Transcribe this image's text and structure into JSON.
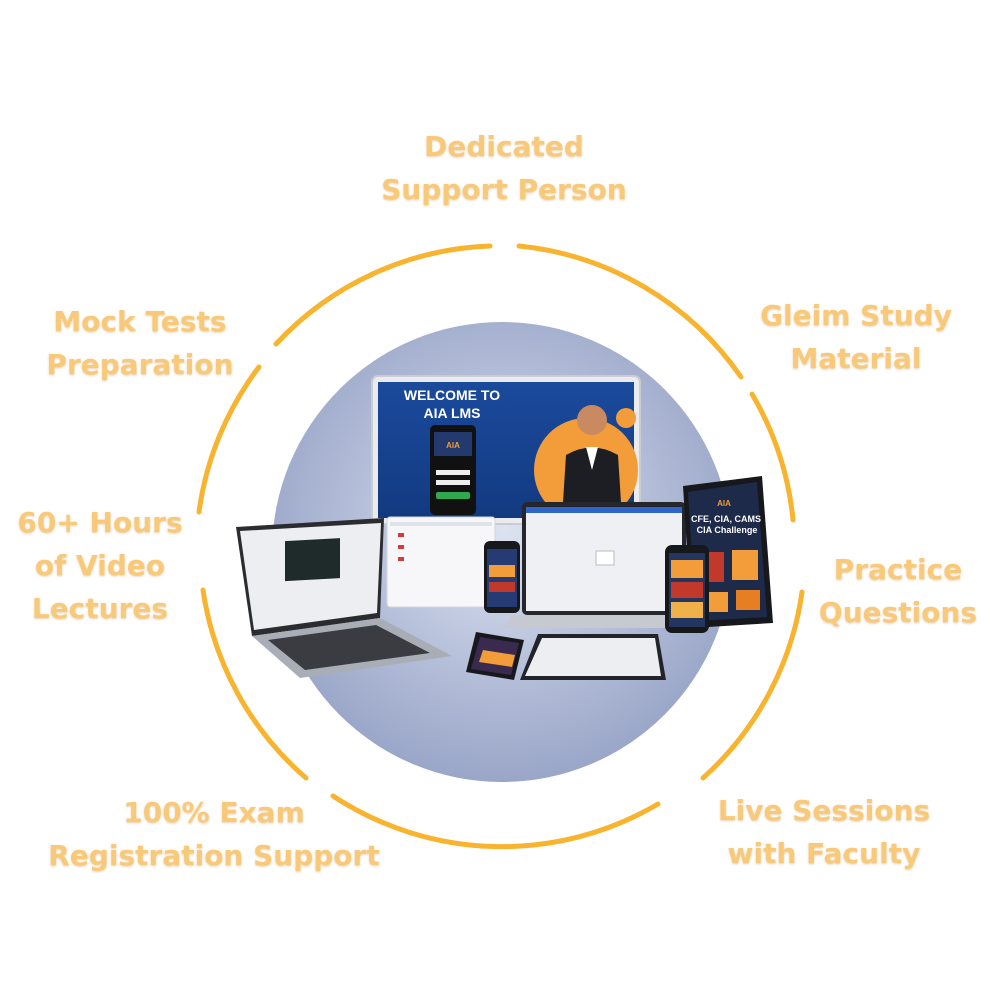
{
  "colors": {
    "ring": "#f8b32f",
    "center_disc": "#a3afcf",
    "feature_text": "#f9c97a",
    "screen_blue": "#17408e",
    "accent_orange": "#f29c3a"
  },
  "features": [
    {
      "id": "support",
      "lines": [
        "Dedicated",
        "Support Person"
      ]
    },
    {
      "id": "gleim",
      "lines": [
        "Gleim Study",
        "Material"
      ]
    },
    {
      "id": "practice",
      "lines": [
        "Practice",
        "Questions"
      ]
    },
    {
      "id": "live",
      "lines": [
        "Live Sessions",
        "with Faculty"
      ]
    },
    {
      "id": "exam",
      "lines": [
        "100% Exam",
        "Registration Support"
      ]
    },
    {
      "id": "video",
      "lines": [
        "60+ Hours",
        "of Video",
        "Lectures"
      ]
    },
    {
      "id": "mock",
      "lines": [
        "Mock Tests",
        "Preparation"
      ]
    }
  ],
  "monitor": {
    "headline": [
      "WELCOME TO",
      "AIA LMS"
    ],
    "logo": "AIA"
  },
  "tablet": {
    "logo": "AIA",
    "promo": [
      "CFE, CIA, CAMS",
      "CIA Challenge"
    ]
  }
}
